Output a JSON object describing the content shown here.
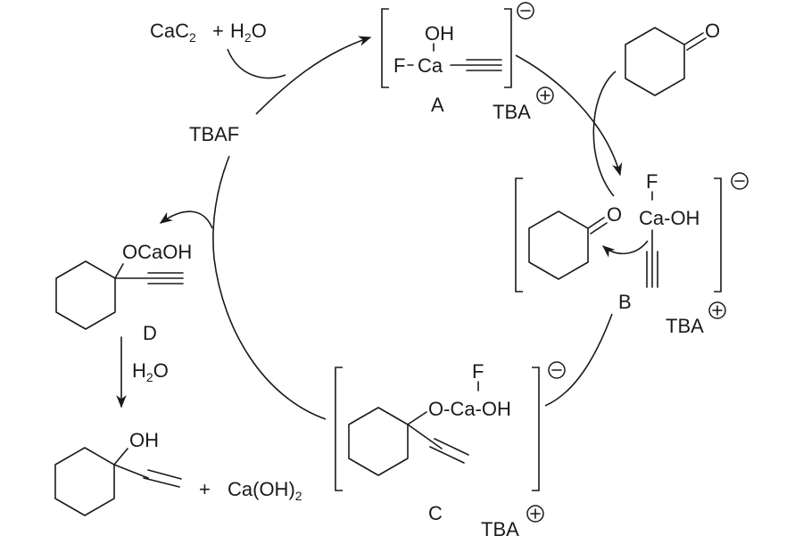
{
  "diagram": {
    "title": "TBAF-catalysed ethynylation cycle of cyclohexanone with CaC2",
    "reagents": {
      "cac2": "CaC",
      "cac2_sub": "2",
      "plus": "+",
      "h2o": "H",
      "h2o_sub": "2",
      "h2o_o": "O"
    },
    "catalyst": "TBAF",
    "species": {
      "A": {
        "label": "A",
        "oh": "OH",
        "f": "F",
        "ca": "Ca",
        "counterion": "TBA",
        "charge": "minus",
        "counter_charge": "plus"
      },
      "B": {
        "label": "B",
        "f": "F",
        "ca_oh": "Ca-OH",
        "carbonyl_o": "O",
        "counterion": "TBA",
        "charge": "minus",
        "counter_charge": "plus"
      },
      "C": {
        "label": "C",
        "f": "F",
        "o_ca_oh": "O-Ca-OH",
        "counterion": "TBA",
        "charge": "minus",
        "counter_charge": "plus"
      },
      "D": {
        "label": "D",
        "ocaoh": "OCaOH"
      }
    },
    "substrate": {
      "name": "cyclohexanone",
      "o": "O"
    },
    "hydrolysis": {
      "h": "H",
      "sub": "2",
      "o": "O"
    },
    "products": {
      "oh": "OH",
      "plus": "+",
      "caoh2": "Ca(OH)",
      "caoh2_sub": "2"
    }
  }
}
